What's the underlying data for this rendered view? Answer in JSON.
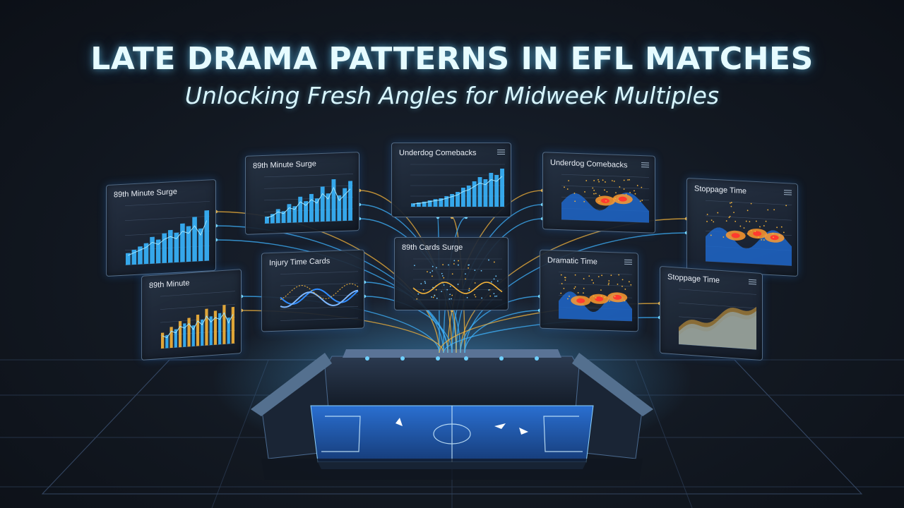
{
  "header": {
    "title": "LATE DRAMA PATTERNS IN EFL MATCHES",
    "subtitle": "Unlocking Fresh Angles for Midweek Multiples"
  },
  "panels": [
    {
      "id": "p1",
      "title": "89th Minute Surge",
      "kind": "bars",
      "bars": [
        0.2,
        0.25,
        0.3,
        0.35,
        0.45,
        0.4,
        0.5,
        0.55,
        0.5,
        0.65,
        0.6,
        0.75,
        0.55,
        0.85
      ]
    },
    {
      "id": "p2",
      "title": "89th Minute Surge",
      "kind": "bars",
      "bars": [
        0.15,
        0.2,
        0.3,
        0.25,
        0.4,
        0.35,
        0.55,
        0.45,
        0.6,
        0.5,
        0.75,
        0.6,
        0.9,
        0.55,
        0.7,
        0.85
      ]
    },
    {
      "id": "p3",
      "title": "Underdog Comebacks",
      "kind": "bars",
      "bars": [
        0.08,
        0.1,
        0.12,
        0.15,
        0.18,
        0.2,
        0.25,
        0.3,
        0.35,
        0.45,
        0.5,
        0.6,
        0.7,
        0.65,
        0.8,
        0.75,
        0.9
      ]
    },
    {
      "id": "p4",
      "title": "Underdog Comebacks",
      "kind": "heat"
    },
    {
      "id": "p5",
      "title": "Stoppage Time",
      "kind": "heat2"
    },
    {
      "id": "p6",
      "title": "89th Minute",
      "kind": "bars2",
      "bars": [
        0.3,
        0.25,
        0.4,
        0.35,
        0.5,
        0.45,
        0.55,
        0.4,
        0.6,
        0.5,
        0.7,
        0.55,
        0.65,
        0.6,
        0.75,
        0.5,
        0.7
      ]
    },
    {
      "id": "p7",
      "title": "Injury Time Cards",
      "kind": "wave"
    },
    {
      "id": "p8",
      "title": "89th Cards Surge",
      "kind": "scatter"
    },
    {
      "id": "p9",
      "title": "Dramatic Time",
      "kind": "heat3"
    },
    {
      "id": "p10",
      "title": "Stoppage Time",
      "kind": "area"
    }
  ],
  "colors": {
    "accent": "#38b6ff",
    "gold": "#f5b43a",
    "glow": "#7fe3ff"
  }
}
